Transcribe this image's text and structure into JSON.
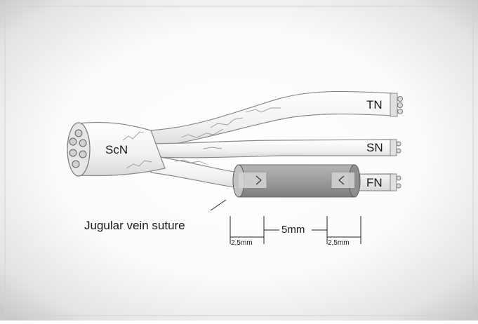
{
  "labels": {
    "scn": "ScN",
    "tn": "TN",
    "sn": "SN",
    "fn": "FN",
    "suture": "Jugular vein suture",
    "dim_center": "5mm",
    "dim_left": "2,5mm",
    "dim_right": "2,5mm"
  },
  "colors": {
    "background": "#ffffff",
    "vignette_edge": "#c9c9c9",
    "nerve_fill": "#f4f4f4",
    "nerve_stroke": "#8a8a8a",
    "vein_fill": "#9a9a9a",
    "line": "#333333"
  }
}
